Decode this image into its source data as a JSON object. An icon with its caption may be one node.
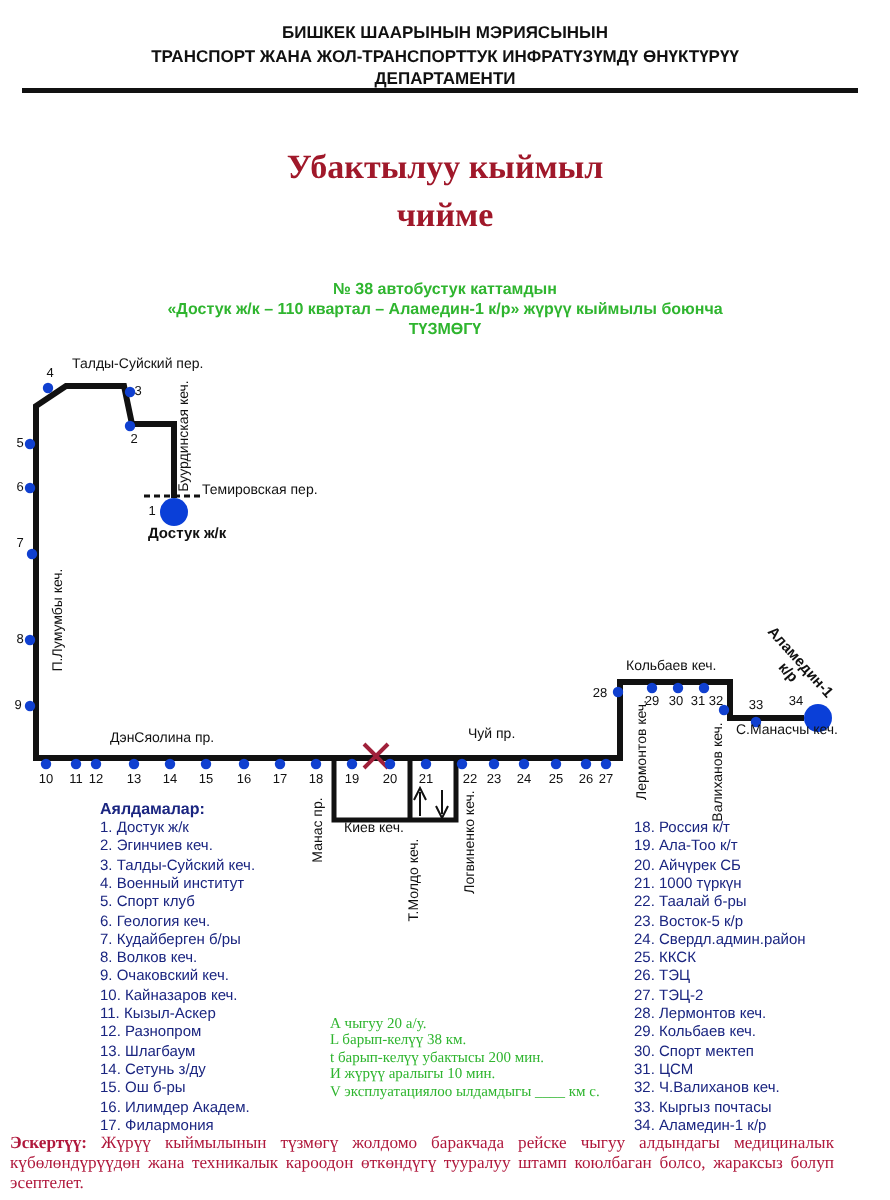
{
  "diagram": {
    "title": "Убактылуу кыймыл чийме",
    "nodes": [
      {
        "text": [
          "Достук ж/к"
        ],
        "beside": [
          "1"
        ]
      },
      {
        "text": [
          "Аламедин-1 к/р"
        ],
        "beside": [
          "34"
        ]
      }
    ],
    "edges": [
      {
        "from": 0,
        "to": 1,
        "arrow": "none"
      }
    ],
    "labels": [
      "БИШКЕК ШААРЫНЫН  МЭРИЯСЫНЫН",
      "ТРАНСПОРТ ЖАНА ЖОЛ-ТРАНСПОРТТУК ИНФРАТҮЗҮМДҮ ӨНҮКТҮРҮҮ",
      "ДЕПАРТАМЕНТИ",
      "№ 38  автобустук каттамдын",
      "«Достук ж/к – 110 квартал – Аламедин-1 к/р» жүрүү кыймылы боюнча",
      "ТҮЗМӨГҮ",
      "Талды-Суйский пер.",
      "4",
      "3",
      "Буурдинская кеч.",
      "2",
      "5",
      "6",
      "Темировская пер.",
      "7",
      "П.Лумумбы кеч.",
      "8",
      "9",
      "Кольбаев кеч.",
      "28",
      "29",
      "30",
      "31",
      "32",
      "33",
      "ДэнСяолина пр.",
      "Чуй пр.",
      "С.Манасчы кеч.",
      "10",
      "11",
      "12",
      "13",
      "14",
      "15",
      "16",
      "17",
      "18",
      "19",
      "20",
      "21",
      "22",
      "23",
      "24",
      "25",
      "26",
      "27",
      "Манас пр.",
      "Киев кеч.",
      "Т.Молдо кеч.",
      "Логвиненко кеч.",
      "Лермонтов кеч.",
      "Валиханов кеч.",
      "Аялдамалар:",
      "1. Достук ж/к",
      "2. Эгинчиев кеч.",
      "3. Талды-Суйский кеч.",
      "4. Военный институт",
      "5. Спорт клуб",
      "6. Геология кеч.",
      "7. Кудайберген б/ры",
      "8. Волков кеч.",
      "9. Очаковский кеч.",
      "10. Кайназаров кеч.",
      "11. Кызыл-Аскер",
      "12. Разнопром",
      "13. Шлагбаум",
      "14. Сетунь з/ду",
      "15. Ош б-ры",
      "16. Илимдер Академ.",
      "17. Филармония",
      "18. Россия к/т",
      "19. Ала-Тоо к/т",
      "20. Айчүрек СБ",
      "21. 1000 түркүн",
      "22. Таалай б-ры",
      "23. Восток-5 к/р",
      "24. Свердл.админ.район",
      "25. ККСК",
      "26. ТЭЦ",
      "27. ТЭЦ-2",
      "28. Лермонтов кеч.",
      "29. Кольбаев кеч.",
      "30. Спорт мектеп",
      "31. ЦСМ",
      "32. Ч.Валиханов кеч.",
      "33. Кыргыз почтасы",
      "34. Аламедин-1 к/р",
      "А чыгуу  20 а/у.",
      "L барып-келүү  38  км.",
      "t барып-келүү убактысы 200 мин.",
      "И жүрүү аралыгы 10  мин.",
      "V эксплуатациялоо ылдамдыгы ____ км с.",
      "**Эскертүү:** Жүрүү кыймылынын түзмөгү жолдомо баракчада рейске чыгуу алдындагы медициналык күбөлөндүрүүдөн жана техникалык кароодон өткөндүгү тууралуу штамп коюлбаган болсо, жараксыз болуп эсептелет."
    ]
  }
}
